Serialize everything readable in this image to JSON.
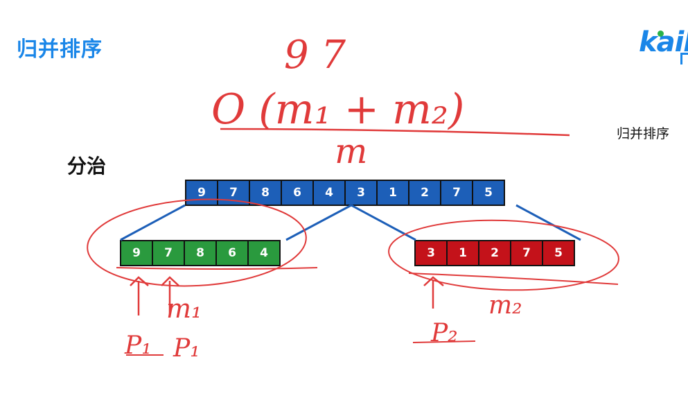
{
  "header": {
    "title": "归并排序",
    "logo_text": "kaik"
  },
  "side_label": "归并排序",
  "section_label": "分治",
  "arrays": {
    "top": [
      "9",
      "7",
      "8",
      "6",
      "4",
      "3",
      "1",
      "2",
      "7",
      "5"
    ],
    "left": [
      "9",
      "7",
      "8",
      "6",
      "4"
    ],
    "right": [
      "3",
      "1",
      "2",
      "7",
      "5"
    ]
  },
  "colors": {
    "top": "#1d5fb8",
    "left": "#2a9a3e",
    "right": "#c4121a",
    "ink": "#e03a3a",
    "title": "#1a86e8"
  },
  "annotations": {
    "top_digits": "9 7",
    "formula": "O (m₁ + m₂)",
    "denominator": "m",
    "left_labels": {
      "var": "m₁",
      "p_a": "P₁",
      "p_b": "P₁"
    },
    "right_labels": {
      "var": "m₂",
      "p": "P₂"
    }
  }
}
